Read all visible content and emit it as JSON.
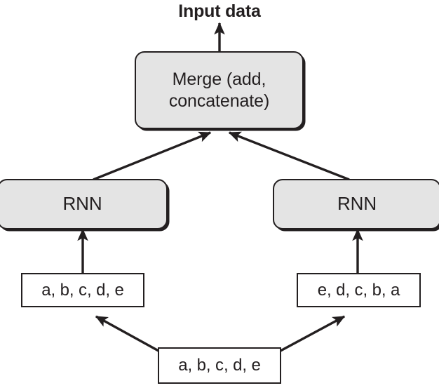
{
  "diagram": {
    "caption": "Input data",
    "accent_color": "#231f20",
    "node_fill_rounded": "#e4e4e4",
    "node_fill_plain": "#ffffff",
    "nodes": [
      {
        "id": "merge",
        "label": "Merge (add,\nconcatenate)",
        "shape": "rounded-rect"
      },
      {
        "id": "rnn-left",
        "label": "RNN",
        "shape": "rounded-rect"
      },
      {
        "id": "rnn-right",
        "label": "RNN",
        "shape": "rounded-rect"
      },
      {
        "id": "seq-left",
        "label": "a, b, c, d, e",
        "shape": "rect"
      },
      {
        "id": "seq-right",
        "label": "e, d, c, b, a",
        "shape": "rect"
      },
      {
        "id": "seq-source",
        "label": "a, b, c, d, e",
        "shape": "rect"
      }
    ],
    "edges": [
      {
        "from": "merge",
        "to": "input-data",
        "style": "arrow"
      },
      {
        "from": "rnn-left",
        "to": "merge",
        "style": "arrow"
      },
      {
        "from": "rnn-right",
        "to": "merge",
        "style": "arrow"
      },
      {
        "from": "seq-left",
        "to": "rnn-left",
        "style": "arrow"
      },
      {
        "from": "seq-right",
        "to": "rnn-right",
        "style": "arrow"
      },
      {
        "from": "seq-source",
        "to": "seq-left",
        "style": "arrow"
      },
      {
        "from": "seq-source",
        "to": "seq-right",
        "style": "arrow"
      }
    ]
  }
}
